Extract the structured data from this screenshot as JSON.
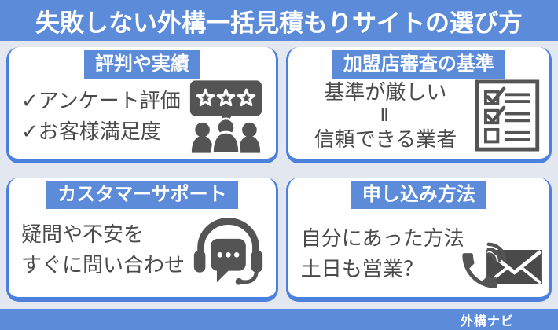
{
  "title": "失敗しない外構一括見積もりサイトの選び方",
  "footer": {
    "brand": "外構ナビ"
  },
  "colors": {
    "primary_blue": "#5b8bd9",
    "card_border_blue": "#4c80dd",
    "background": "#e3e7f0",
    "icon_gray": "#545454",
    "text_gray": "#4a4a4a",
    "card_bg": "#ffffff"
  },
  "cards": [
    {
      "badge": "評判や実績",
      "lines": [
        "✓アンケート評価",
        "✓お客様満足度"
      ],
      "icon": "review-stars-people-icon"
    },
    {
      "badge": "加盟店審査の基準",
      "lines": [
        "基準が厳しい",
        "‖",
        "信頼できる業者"
      ],
      "icon": "checklist-icon"
    },
    {
      "badge": "カスタマーサポート",
      "lines": [
        "疑問や不安を",
        "すぐに問い合わせ"
      ],
      "icon": "headset-chat-icon"
    },
    {
      "badge": "申し込み方法",
      "lines": [
        "自分にあった方法",
        "土日も営業？"
      ],
      "icons": [
        "mail-icon",
        "phone-icon"
      ]
    }
  ]
}
